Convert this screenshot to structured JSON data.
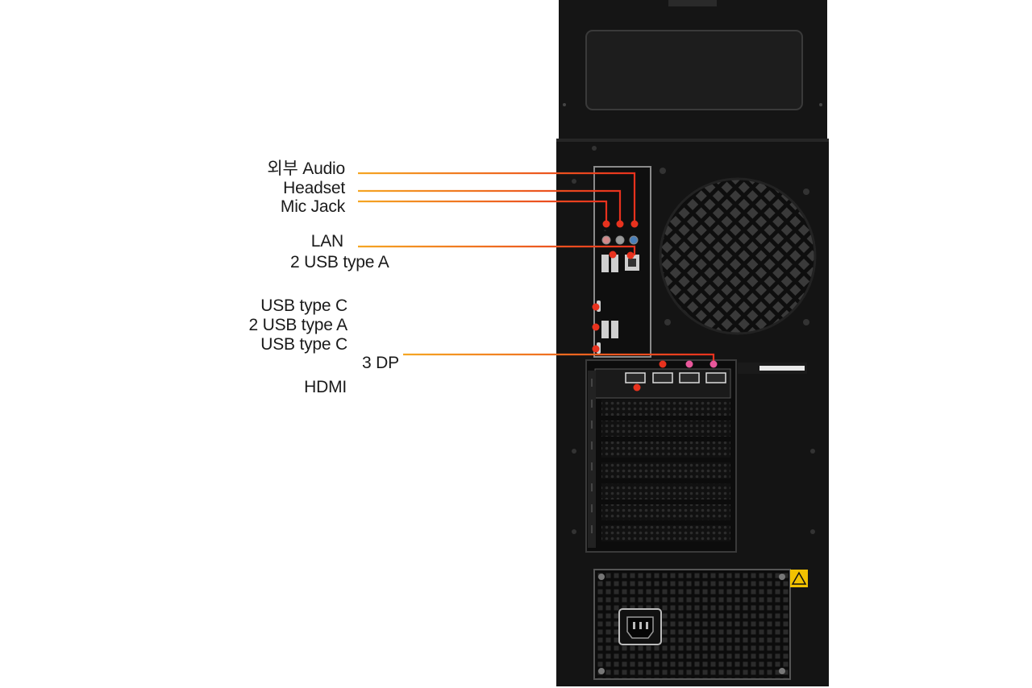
{
  "diagram": {
    "labels": {
      "external_audio": "외부 Audio",
      "headset": "Headset",
      "mic_jack": "Mic Jack",
      "lan": "LAN",
      "usb_a_top": "2 USB type A",
      "usb_c_1": "USB type C",
      "usb_a_mid": "2 USB type A",
      "usb_c_2": "USB type C",
      "dp": "3 DP",
      "hdmi": "HDMI"
    },
    "callout_color_start": "#f5a623",
    "callout_color_end": "#e8321e",
    "dp_marker_color": "#e8579b",
    "chassis_color": "#161616",
    "icons": [
      "fan-grille-icon",
      "power-socket-icon",
      "warning-icon"
    ]
  }
}
